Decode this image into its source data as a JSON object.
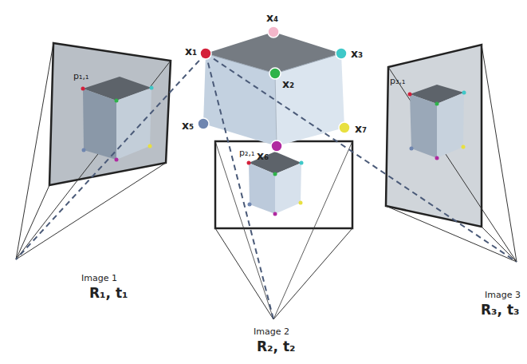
{
  "diagram": {
    "labels": [
      "x₁",
      "x₄",
      "x₃",
      "x₂",
      "x₅",
      "x₆",
      "x₇",
      "p₁,₁",
      "p₂,₁",
      "p₃,₁",
      "Image 1",
      "R₁, t₁",
      "Image 2",
      "R₂, t₂",
      "Image 3",
      "R₃, t₃"
    ]
  }
}
